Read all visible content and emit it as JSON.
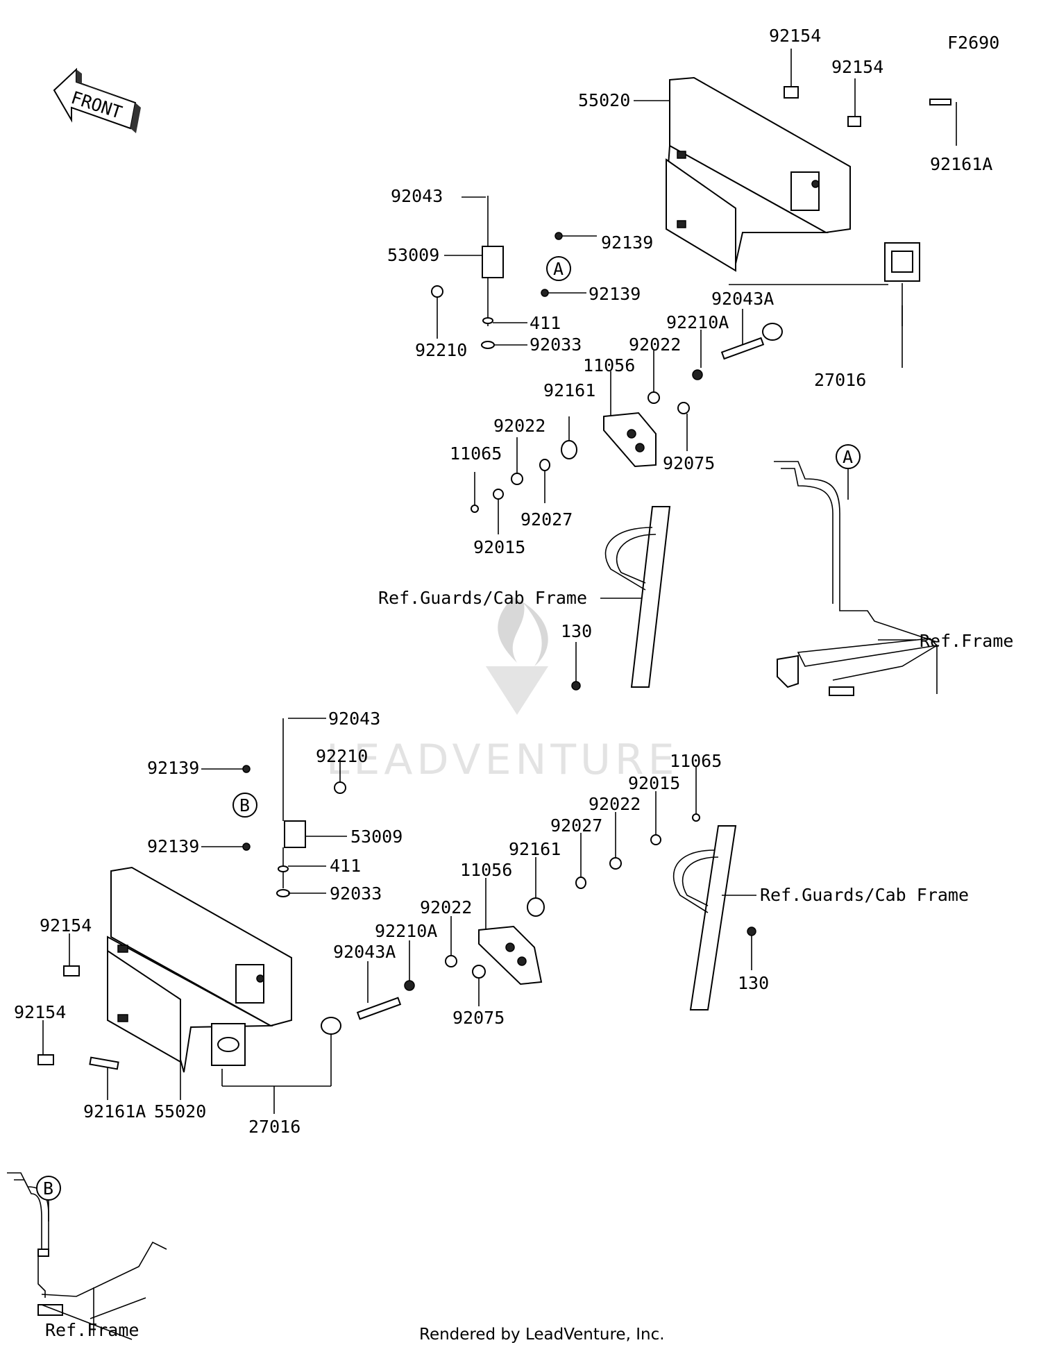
{
  "diagram_code": "F2690",
  "front_label": "FRONT",
  "footer": "Rendered by LeadVenture, Inc.",
  "watermark": "LEADVENTURE",
  "callouts": {
    "A": "A",
    "B": "B"
  },
  "upper_labels": {
    "p92154_a": "92154",
    "p92154_b": "92154",
    "p55020": "55020",
    "p92161A": "92161A",
    "p92043": "92043",
    "p92139_a": "92139",
    "p53009": "53009",
    "p92139_b": "92139",
    "p411": "411",
    "p92210": "92210",
    "p92033": "92033",
    "p92043A": "92043A",
    "p92210A": "92210A",
    "p92022_a": "92022",
    "p11056": "11056",
    "p27016": "27016",
    "p92161": "92161",
    "p92022_b": "92022",
    "p92075": "92075",
    "p11065": "11065",
    "p92027": "92027",
    "p92015": "92015",
    "ref_guards": "Ref.Guards/Cab Frame",
    "p130": "130",
    "ref_frame": "Ref.Frame"
  },
  "lower_labels": {
    "p92043": "92043",
    "p92210": "92210",
    "p92139_a": "92139",
    "p11065": "11065",
    "p92015": "92015",
    "p92022_a": "92022",
    "p53009": "53009",
    "p92027": "92027",
    "p92139_b": "92139",
    "p411": "411",
    "p92161": "92161",
    "p92033": "92033",
    "p11056": "11056",
    "ref_guards": "Ref.Guards/Cab Frame",
    "p92022_b": "92022",
    "p92154_a": "92154",
    "p92210A": "92210A",
    "p92043A": "92043A",
    "p130": "130",
    "p92154_b": "92154",
    "p92075": "92075",
    "p92161A": "92161A",
    "p55020": "55020",
    "p27016": "27016",
    "ref_frame": "Ref.Frame"
  }
}
